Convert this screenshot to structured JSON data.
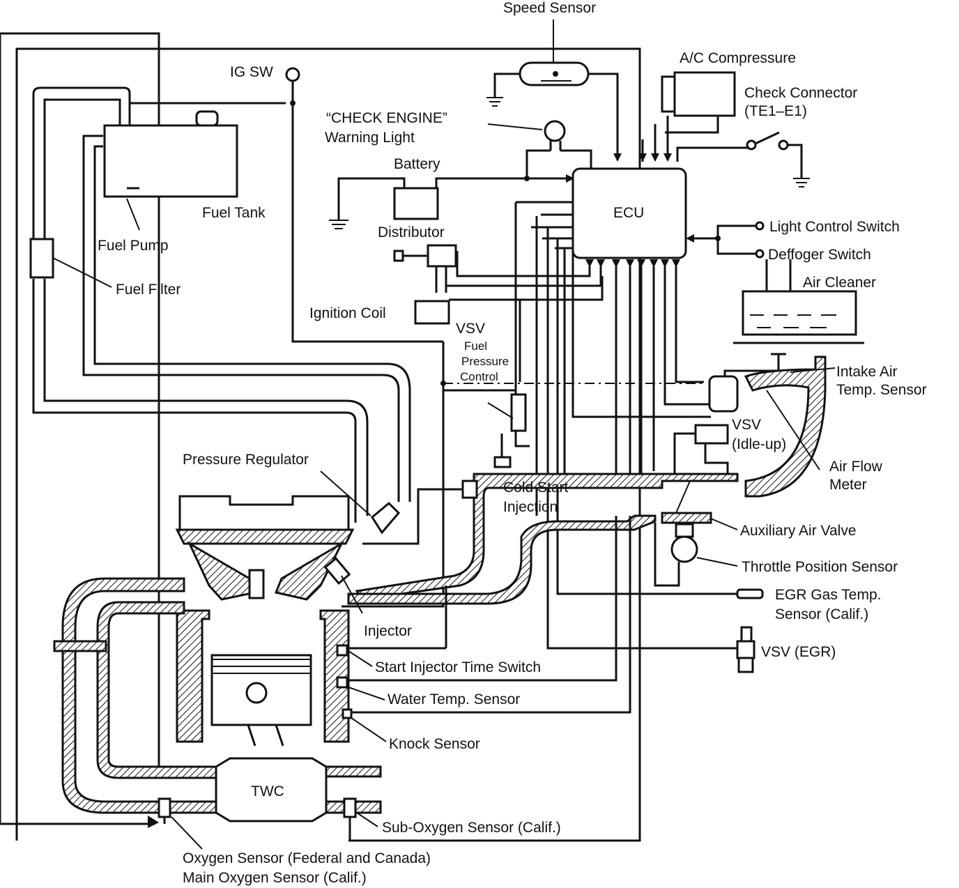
{
  "labels": {
    "speed_sensor": "Speed Sensor",
    "ac_compressure": "A/C Compressure",
    "check_connector_1": "Check Connector",
    "check_connector_2": "(TE1–E1)",
    "ig_sw": "IG SW",
    "check_engine_1": "“CHECK ENGINE”",
    "check_engine_2": "Warning Light",
    "battery": "Battery",
    "fuel_tank": "Fuel Tank",
    "ecu": "ECU",
    "distributor": "Distributor",
    "fuel_pump": "Fuel Pump",
    "fuel_filter": "Fuel Filter",
    "light_control_switch": "Light Control Switch",
    "deffoger_switch": "Deffoger Switch",
    "air_cleaner": "Air Cleaner",
    "ignition_coil": "Ignition Coil",
    "vsv_fpc_1": "VSV",
    "vsv_fpc_2": "Fuel",
    "vsv_fpc_3": "Pressure",
    "vsv_fpc_4": "Control",
    "intake_air_1": "Intake Air",
    "intake_air_2": "Temp. Sensor",
    "vsv_idle_1": "VSV",
    "vsv_idle_2": "(Idle-up)",
    "air_flow_1": "Air Flow",
    "air_flow_2": "Meter",
    "pressure_regulator": "Pressure Regulator",
    "cold_start_1": "Cold Start",
    "cold_start_2": "Injection",
    "auxiliary_air_valve": "Auxiliary Air Valve",
    "throttle_position_sensor": "Throttle Position Sensor",
    "egr_gas_1": "EGR Gas Temp.",
    "egr_gas_2": "Sensor (Calif.)",
    "injector": "Injector",
    "vsv_egr": "VSV (EGR)",
    "start_injector": "Start Injector Time Switch",
    "water_temp": "Water Temp. Sensor",
    "knock_sensor": "Knock Sensor",
    "twc": "TWC",
    "sub_oxygen": "Sub-Oxygen Sensor (Calif.)",
    "oxygen_1": "Oxygen Sensor (Federal and Canada)",
    "oxygen_2": "Main Oxygen Sensor (Calif.)"
  }
}
